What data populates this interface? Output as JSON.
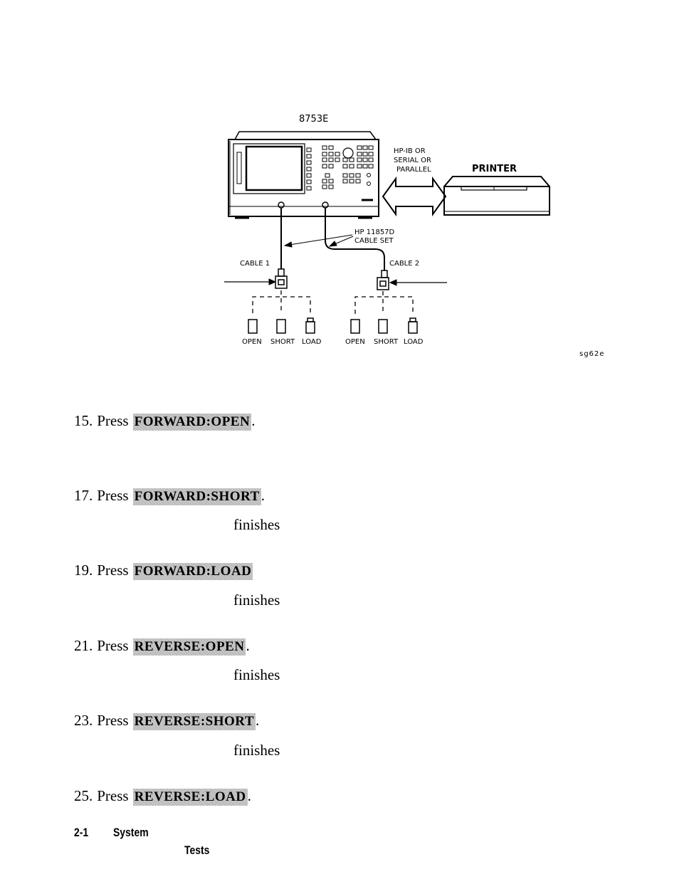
{
  "figure": {
    "instrument_label": "8753E",
    "link_label_line1": "HP-IB  OR",
    "link_label_line2": "SERIAL  OR",
    "link_label_line3": "PARALLEL",
    "printer_label": "PRINTER",
    "cable_set_line1": "HP  11857D",
    "cable_set_line2": "CABLE  SET",
    "cable1_label": "CABLE  1",
    "cable2_label": "CABLE  2",
    "standards_left": [
      "OPEN",
      "SHORT",
      "LOAD"
    ],
    "standards_right": [
      "OPEN",
      "SHORT",
      "LOAD"
    ],
    "figure_id": "sg62e"
  },
  "steps": [
    {
      "number": "15.",
      "press": "Press",
      "key": "FORWARD:OPEN",
      "suffix": "."
    },
    {
      "number": "17.",
      "press": "Press",
      "key": "FORWARD:SHORT",
      "suffix": "."
    },
    {
      "number": "19.",
      "press": "Press",
      "key": "FORWARD:LOAD",
      "suffix": ""
    },
    {
      "number": "21.",
      "press": "Press",
      "key": "REVERSE:OPEN",
      "suffix": "."
    },
    {
      "number": "23.",
      "press": "Press",
      "key": "REVERSE:SHORT",
      "suffix": "."
    },
    {
      "number": "25.",
      "press": "Press",
      "key": "REVERSE:LOAD",
      "suffix": "."
    }
  ],
  "fragments": {
    "finishes_1": "finishes",
    "finishes_2": "finishes",
    "finishes_3": "finishes",
    "finishes_4": "finishes"
  },
  "footer": {
    "page_number": "2-1",
    "section_word1": "System",
    "section_word2": "Tests"
  }
}
